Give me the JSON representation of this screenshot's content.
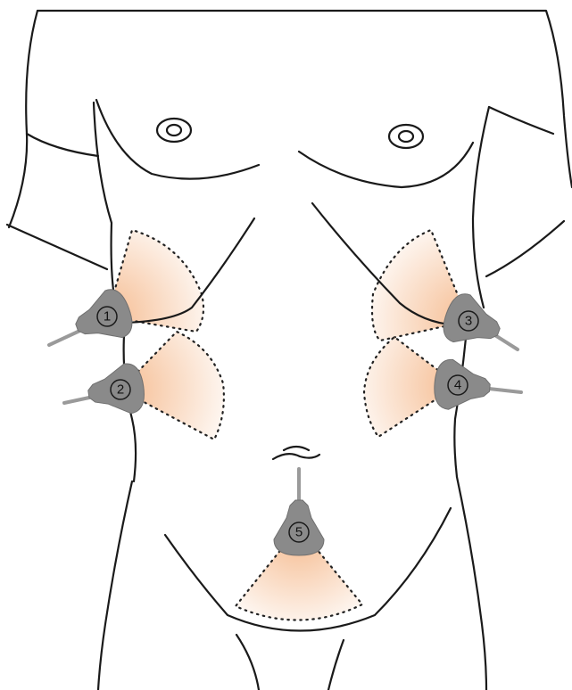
{
  "colors": {
    "outline": "#1a1a1a",
    "probe": "#8a8a8a",
    "probe_cable": "#9a9a9a",
    "scan_fill": "#f6c9a8",
    "scan_border": "#222222"
  },
  "probes": [
    {
      "label": "1",
      "icon": "ultrasound-probe-icon",
      "side": "right-upper"
    },
    {
      "label": "2",
      "icon": "ultrasound-probe-icon",
      "side": "right-lower"
    },
    {
      "label": "3",
      "icon": "ultrasound-probe-icon",
      "side": "left-upper"
    },
    {
      "label": "4",
      "icon": "ultrasound-probe-icon",
      "side": "left-lower"
    },
    {
      "label": "5",
      "icon": "ultrasound-probe-icon",
      "side": "suprapubic"
    }
  ]
}
